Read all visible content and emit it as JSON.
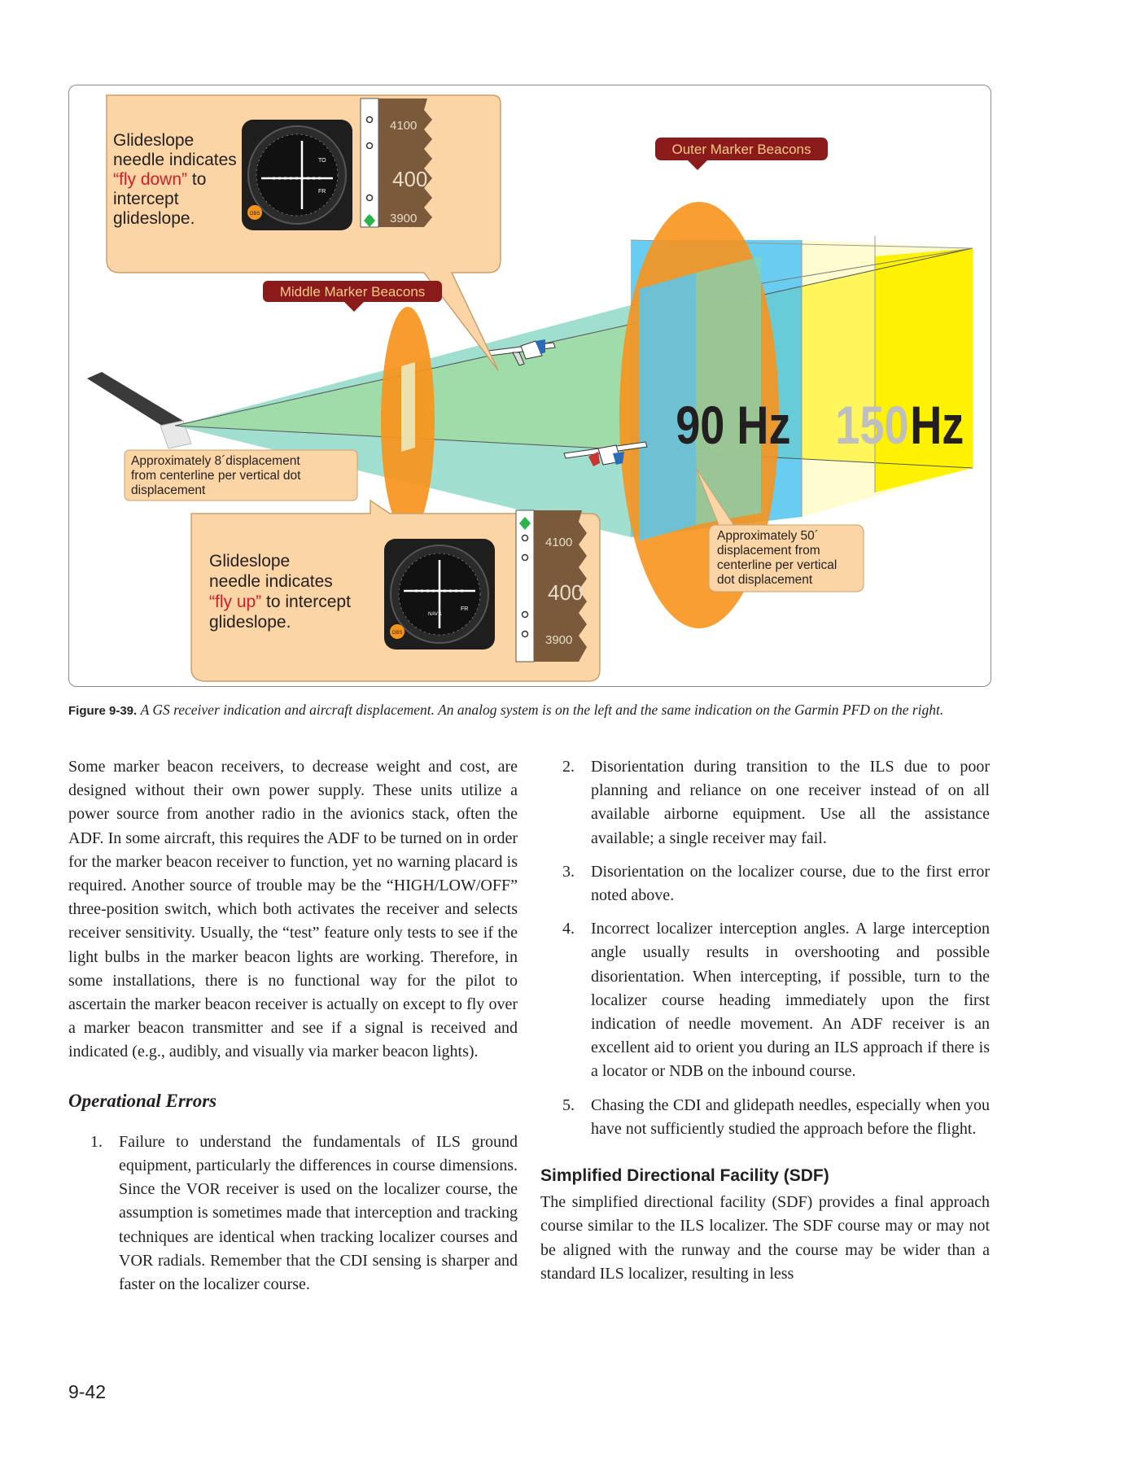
{
  "figure": {
    "callout_top": {
      "line1": "Glideslope",
      "line2": "needle indicates",
      "fly": "“fly down”",
      "line3_rest": " to",
      "line4": "intercept",
      "line5": "glideslope."
    },
    "callout_bottom": {
      "line1": "Glideslope",
      "line2": "needle indicates",
      "fly": "“fly up”",
      "line3_rest": " to intercept",
      "line4": "glideslope."
    },
    "middle_marker_label": "Middle Marker Beacons",
    "outer_marker_label": "Outer Marker Beacons",
    "hz_90": "90 Hz",
    "hz_150_num": "150",
    "hz_150_unit": "Hz",
    "note_8ft": {
      "line1": "Approximately 8´displacement",
      "line2": "from centerline per vertical dot",
      "line3": "displacement"
    },
    "note_50ft": {
      "line1": "Approximately 50´",
      "line2": "displacement from",
      "line3": "centerline per vertical",
      "line4": "dot displacement"
    },
    "tape_top": {
      "upper": "4100",
      "middle": "400",
      "lower": "3900"
    },
    "tape_bottom": {
      "upper": "4100",
      "middle": "400",
      "lower": "3900"
    },
    "gauge_top": {
      "obs": "OBS",
      "to": "TO",
      "fr": "FR"
    },
    "gauge_bottom": {
      "obs": "OBS",
      "nav": "NAV 1",
      "fr": "FR"
    },
    "colors": {
      "localizer_yellow": "#fff200",
      "localizer_blue": "#58c8f0",
      "marker_orange": "#f7941d",
      "callout_fill": "#fbd5a5",
      "tape_brown": "#7a5a3a"
    }
  },
  "caption": {
    "label": "Figure 9-39.",
    "text": "A GS receiver indication and aircraft displacement. An analog system is on the left and the same indication on the Garmin PFD on the right."
  },
  "left_column": {
    "intro": "Some marker beacon receivers, to decrease weight and cost, are designed without their own power supply. These units utilize a power source from another radio in the avionics stack, often the ADF. In some aircraft, this requires the ADF to be turned on in order for the marker beacon receiver to function, yet no warning placard is required. Another source of trouble may be the “HIGH/LOW/OFF” three-position switch, which both activates the receiver and selects receiver sensitivity. Usually, the “test” feature only tests to see if the light bulbs in the marker beacon lights are working. Therefore, in some installations, there is no functional way for the pilot to ascertain the marker beacon receiver is actually on except to fly over a marker beacon transmitter and see if a signal is received and indicated (e.g., audibly, and visually via marker beacon lights).",
    "heading": "Operational Errors",
    "item1_num": "1.",
    "item1_text": "Failure to understand the fundamentals of ILS ground equipment, particularly the differences in course dimensions. Since the VOR receiver is used on the localizer course, the assumption is sometimes made that interception and tracking techniques are identical when tracking localizer courses and VOR radials. Remember that the CDI sensing is sharper and faster on the localizer course."
  },
  "right_column": {
    "item2_num": "2.",
    "item2_text": "Disorientation during transition to the ILS due to poor planning and reliance on one receiver instead of on all available airborne equipment. Use all the assistance available; a single receiver may fail.",
    "item3_num": "3.",
    "item3_text": "Disorientation on the localizer course, due to the first error noted above.",
    "item4_num": "4.",
    "item4_text": "Incorrect localizer interception angles. A large interception angle usually results in overshooting and possible disorientation. When intercepting, if possible, turn to the localizer course heading immediately upon the first indication of needle movement. An ADF receiver is an excellent aid to orient you during an ILS approach if there is a locator or NDB on the inbound course.",
    "item5_num": "5.",
    "item5_text": "Chasing the CDI and glidepath needles, especially when you have not sufficiently studied the approach before the flight.",
    "sdf_heading": "Simplified Directional Facility (SDF)",
    "sdf_text": "The simplified directional facility (SDF) provides a final approach course similar to the ILS localizer. The SDF course may or may not be aligned with the runway and the course may be wider than a standard ILS localizer, resulting in less"
  },
  "page_number": "9-42"
}
